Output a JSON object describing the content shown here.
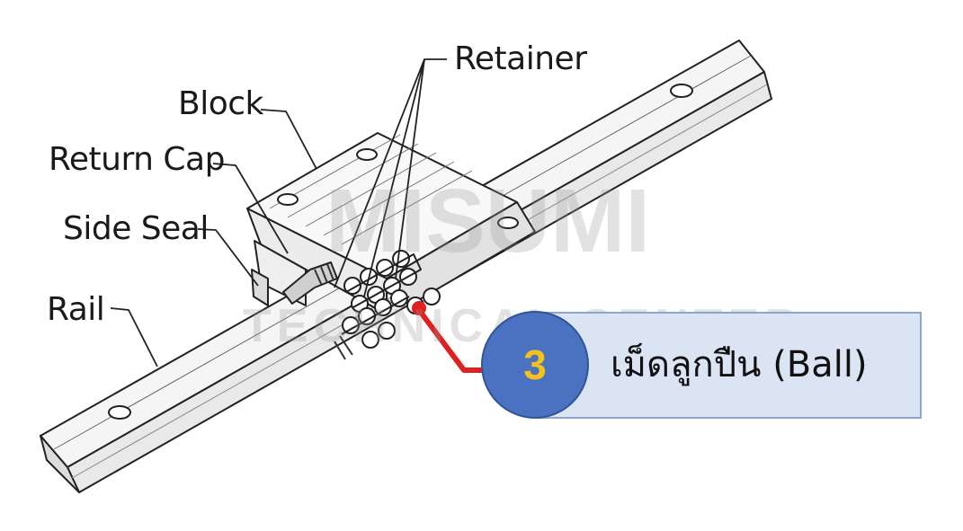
{
  "labels": {
    "retainer": "Retainer",
    "block": "Block",
    "return_cap": "Return Cap",
    "side_seal": "Side Seal",
    "rail": "Rail"
  },
  "watermark": {
    "logo": "MISUMI",
    "subtitle": "TECHNICAL CENTER"
  },
  "callout": {
    "number": "3",
    "text": "เม็ดลูกปืน (Ball)",
    "leader_color": "#e0201e",
    "circle_color": "#4a72c0",
    "number_color": "#f5c21b",
    "box_color": "#dbe4f3"
  }
}
